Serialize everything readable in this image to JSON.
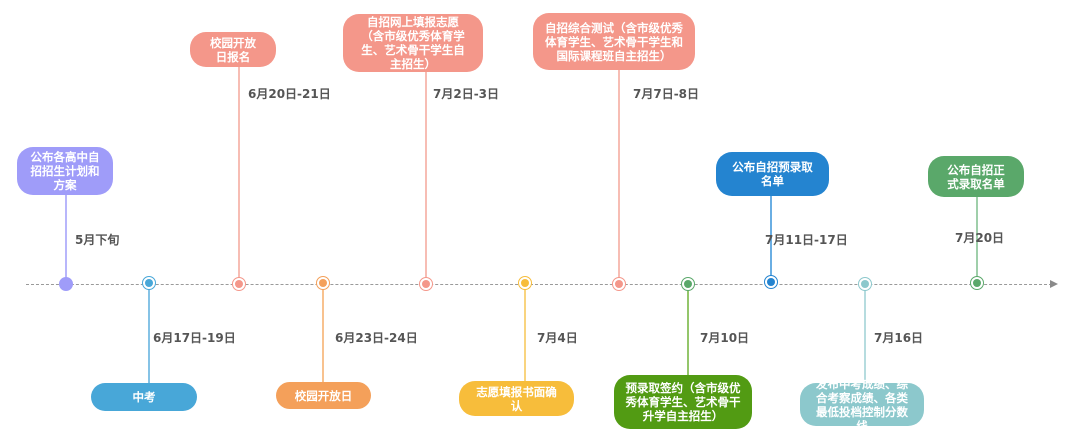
{
  "colors": {
    "purple": "#9f9cf9",
    "salmon": "#f4978a",
    "blue": "#2484d0",
    "green": "#5aa86a",
    "lightblue": "#48a7d8",
    "orange": "#f4a05a",
    "yellow": "#f7bd3b",
    "darkgreen": "#529b13",
    "teal": "#8cc8cc"
  },
  "above": [
    {
      "label": "公布各高中自招招生计划和方案",
      "date": "5月下旬"
    },
    {
      "label": "校园开放日报名",
      "date": "6月20日-21日"
    },
    {
      "label": "自招网上填报志愿（含市级优秀体育学生、艺术骨干学生自主招生）",
      "date": "7月2日-3日"
    },
    {
      "label": "自招综合测试（含市级优秀体育学生、艺术骨干学生和国际课程班自主招生）",
      "date": "7月7日-8日"
    },
    {
      "label": "公布自招预录取名单",
      "date": "7月11日-17日"
    },
    {
      "label": "公布自招正式录取名单",
      "date": "7月20日"
    }
  ],
  "below": [
    {
      "label": "中考",
      "date": "6月17日-19日"
    },
    {
      "label": "校园开放日",
      "date": "6月23日-24日"
    },
    {
      "label": "志愿填报书面确认",
      "date": "7月4日"
    },
    {
      "label": "预录取签约（含市级优秀体育学生、艺术骨干升学自主招生）",
      "date": "7月10日"
    },
    {
      "label": "发布中考成绩、综合考察成绩、各类最低投档控制分数线",
      "date": "7月16日"
    }
  ]
}
